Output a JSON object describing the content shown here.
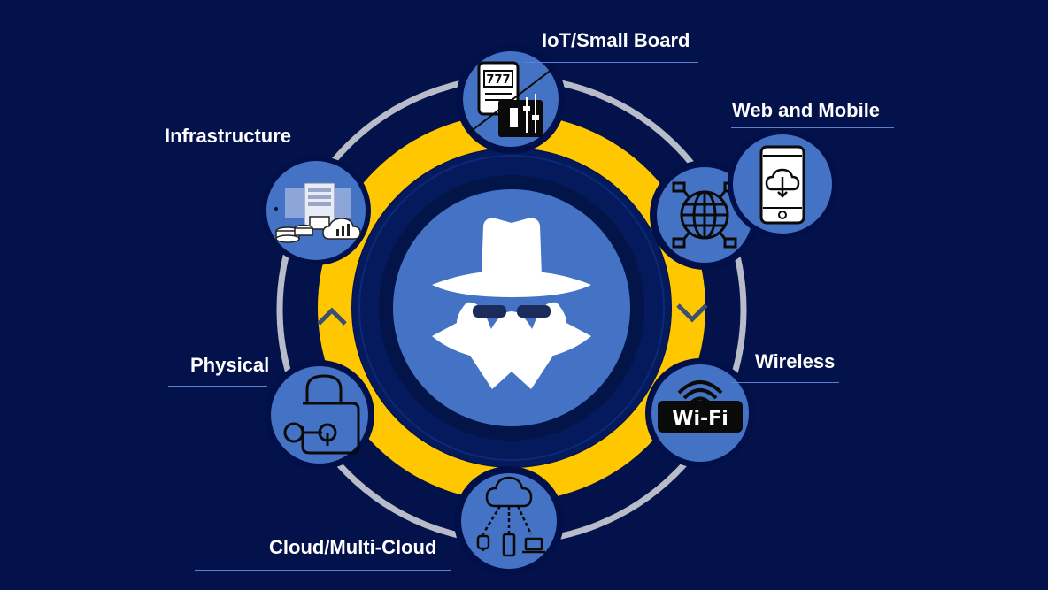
{
  "diagram": {
    "center": {
      "icon": "spy-hat-figure-icon"
    },
    "nodes": [
      {
        "id": "iot",
        "label": "IoT/Small Board",
        "icon": "slot-machine-board-icon"
      },
      {
        "id": "web",
        "label": "Web and Mobile",
        "icon": "globe-network-icon",
        "secondary_icon": "mobile-cloud-download-icon"
      },
      {
        "id": "wireless",
        "label": "Wireless",
        "icon": "wifi-icon",
        "badge_text": "Wi-Fi"
      },
      {
        "id": "cloud",
        "label": "Cloud/Multi-Cloud",
        "icon": "cloud-devices-icon"
      },
      {
        "id": "physical",
        "label": "Physical",
        "icon": "padlock-key-icon"
      },
      {
        "id": "infra",
        "label": "Infrastructure",
        "icon": "server-database-icon"
      }
    ]
  },
  "colors": {
    "background": "#03124a",
    "ring_yellow": "#ffc700",
    "ring_gray": "#b8bcc8",
    "node_blue": "#4472c4",
    "center_blue": "#4472c4",
    "label_text": "#ffffff",
    "underline": "#5f7fd0"
  }
}
